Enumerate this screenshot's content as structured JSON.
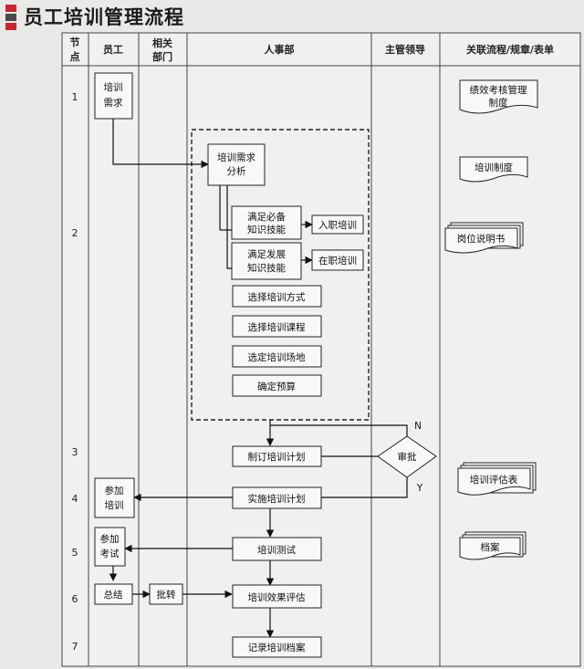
{
  "title": "员工培训管理流程",
  "headers": {
    "step": [
      "节",
      "点"
    ],
    "employee": "员工",
    "dept": [
      "相关",
      "部门"
    ],
    "hr": "人事部",
    "leader": "主管领导",
    "related": "关联流程/规章/表单"
  },
  "stages": [
    "1",
    "2",
    "3",
    "4",
    "5",
    "6",
    "7"
  ],
  "nodes": {
    "need": [
      "培训",
      "需求"
    ],
    "analysis": [
      "培训需求",
      "分析"
    ],
    "req_skill": [
      "满足必备",
      "知识技能"
    ],
    "dev_skill": [
      "满足发展",
      "知识技能"
    ],
    "induction": "入职培训",
    "onjob": "在职培训",
    "method": "选择培训方式",
    "course": "选择培训课程",
    "venue": "选定培训场地",
    "budget": "确定预算",
    "plan": "制订培训计划",
    "approve": "审批",
    "implement": "实施培训计划",
    "attend": [
      "参加",
      "培训"
    ],
    "test": "培训测试",
    "exam": [
      "参加",
      "考试"
    ],
    "summary": "总结",
    "forward": "批转",
    "evaluate": "培训效果评估",
    "archive": "记录培训档案"
  },
  "decision": {
    "no": "N",
    "yes": "Y"
  },
  "docs": {
    "kpi": [
      "绩效考核管理",
      "制度"
    ],
    "policy": "培训制度",
    "jd": "岗位说明书",
    "evalform": "培训评估表",
    "files": "档案"
  }
}
